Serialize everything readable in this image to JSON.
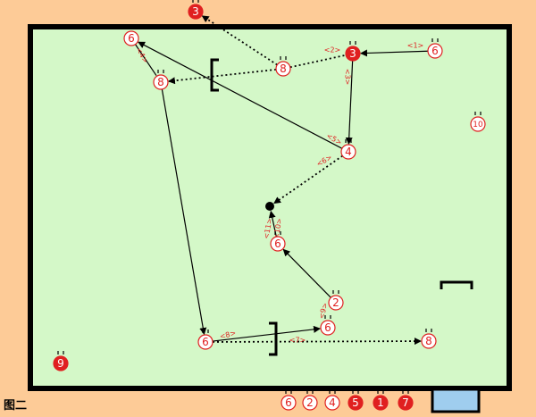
{
  "caption": "图二",
  "colors": {
    "background": "#fdcb97",
    "field": "#d4f8c8",
    "field_border": "#000000",
    "player_fill": "#ffffff",
    "player_stroke": "#e02020",
    "highlight_fill": "#e02020",
    "step_label": "#e02020",
    "goal_box": "#9fcdee"
  },
  "players": [
    {
      "id": "p3-top",
      "label": "3",
      "highlight": true
    },
    {
      "id": "p6-topleft",
      "label": "6",
      "highlight": false
    },
    {
      "id": "p8-left",
      "label": "8",
      "highlight": false
    },
    {
      "id": "p8-center",
      "label": "8",
      "highlight": false
    },
    {
      "id": "p3-center",
      "label": "3",
      "highlight": true
    },
    {
      "id": "p6-topright",
      "label": "6",
      "highlight": false
    },
    {
      "id": "p10",
      "label": "10",
      "highlight": false
    },
    {
      "id": "p4",
      "label": "4",
      "highlight": false
    },
    {
      "id": "p6-mid",
      "label": "6",
      "highlight": false
    },
    {
      "id": "p2",
      "label": "2",
      "highlight": false
    },
    {
      "id": "p6-lowmid",
      "label": "6",
      "highlight": false
    },
    {
      "id": "p6-lowleft",
      "label": "6",
      "highlight": false
    },
    {
      "id": "p8-right",
      "label": "8",
      "highlight": false
    },
    {
      "id": "p9",
      "label": "9",
      "highlight": true
    },
    {
      "id": "b6",
      "label": "6",
      "highlight": false
    },
    {
      "id": "b2",
      "label": "2",
      "highlight": false
    },
    {
      "id": "b4",
      "label": "4",
      "highlight": false
    },
    {
      "id": "b5",
      "label": "5",
      "highlight": true
    },
    {
      "id": "b1",
      "label": "1",
      "highlight": true
    },
    {
      "id": "b7",
      "label": "7",
      "highlight": true
    }
  ],
  "step_labels": [
    "<1>",
    "<2>",
    "<3>",
    "<4>",
    "<5>",
    "<6>",
    "<7>",
    "<8>",
    "<9>",
    "<10>",
    "<11>"
  ]
}
